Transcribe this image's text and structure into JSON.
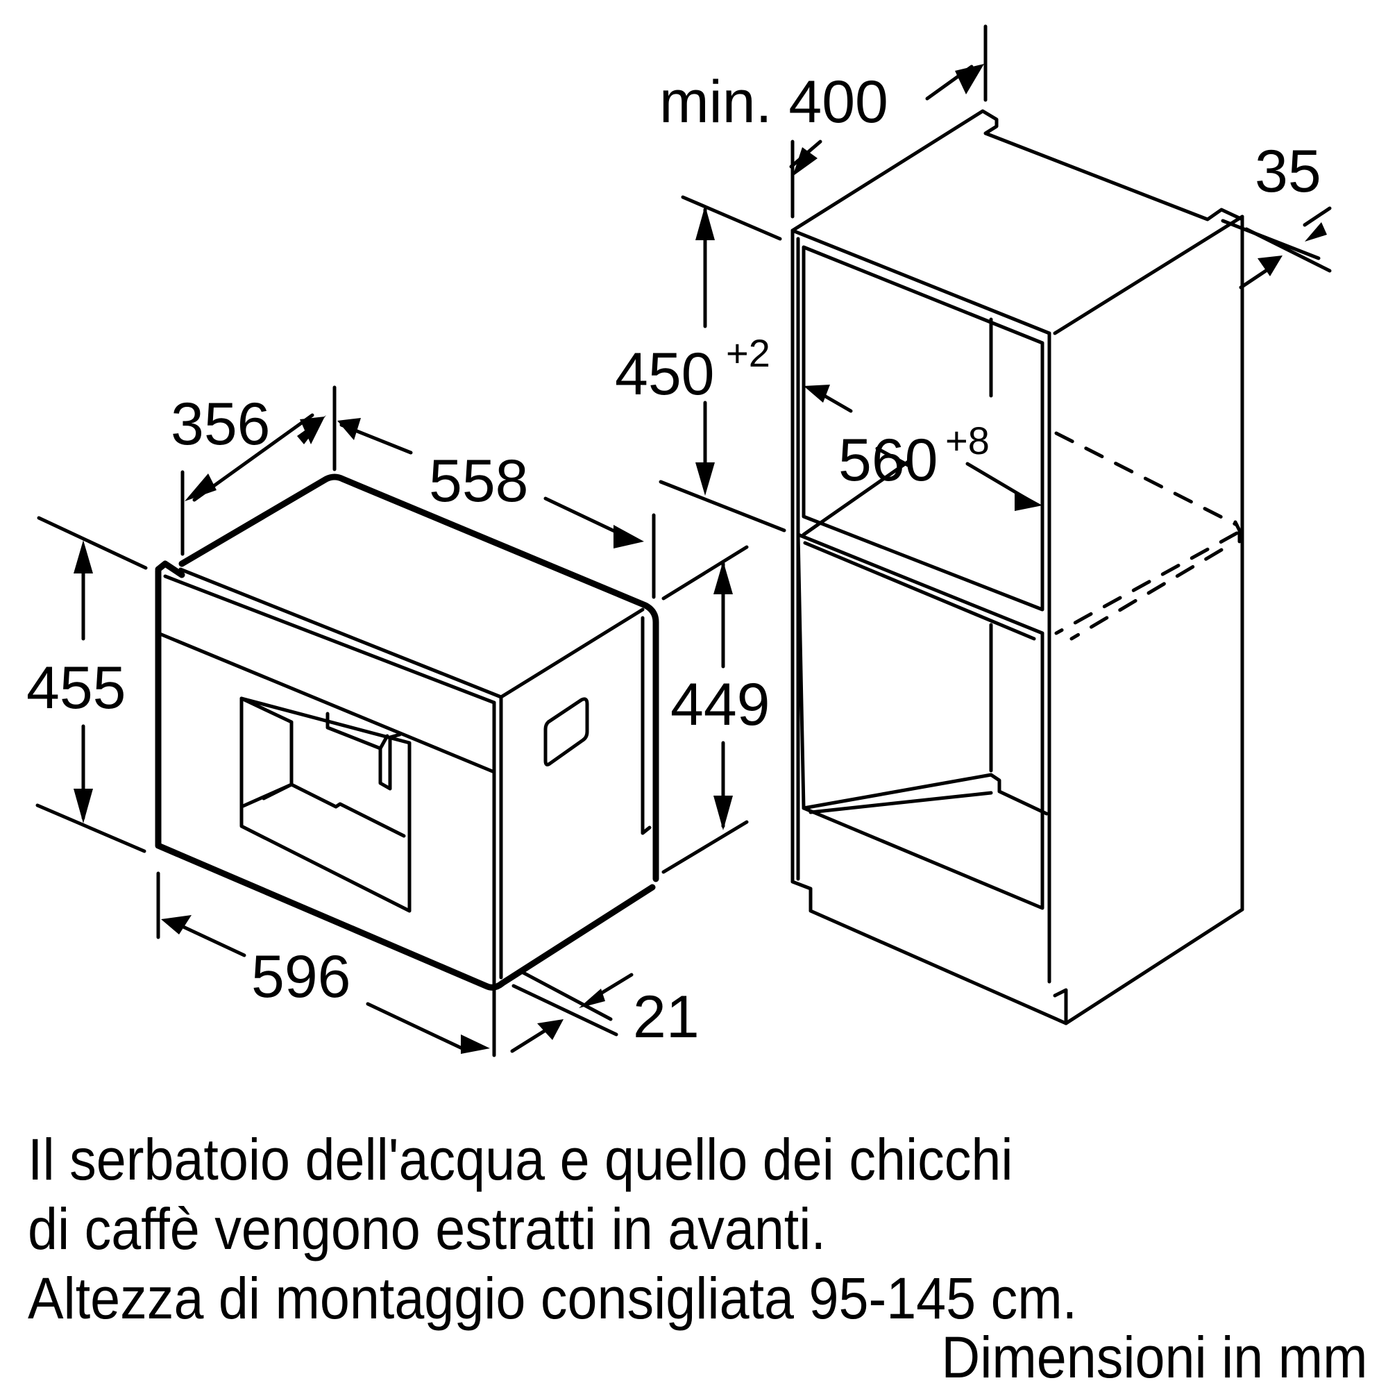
{
  "drawing": {
    "title": "Built-in coffee machine installation dimensions",
    "appliance": {
      "dimensions": {
        "depth_body": "356",
        "width_top": "558",
        "height_front": "455",
        "height_body": "449",
        "width_front": "596",
        "front_panel_depth": "21"
      }
    },
    "cabinet": {
      "dimensions": {
        "min_depth": "min. 400",
        "niche_height": "450",
        "niche_height_tolerance": "+2",
        "niche_width": "560",
        "niche_width_tolerance": "+8",
        "rear_gap": "35"
      }
    }
  },
  "notes": {
    "lines": [
      "Il serbatoio dell'acqua e quello dei chicchi",
      "di caffè vengono estratti in avanti.",
      "Altezza di montaggio consigliata 95-145 cm."
    ],
    "units": "Dimensioni in mm"
  }
}
